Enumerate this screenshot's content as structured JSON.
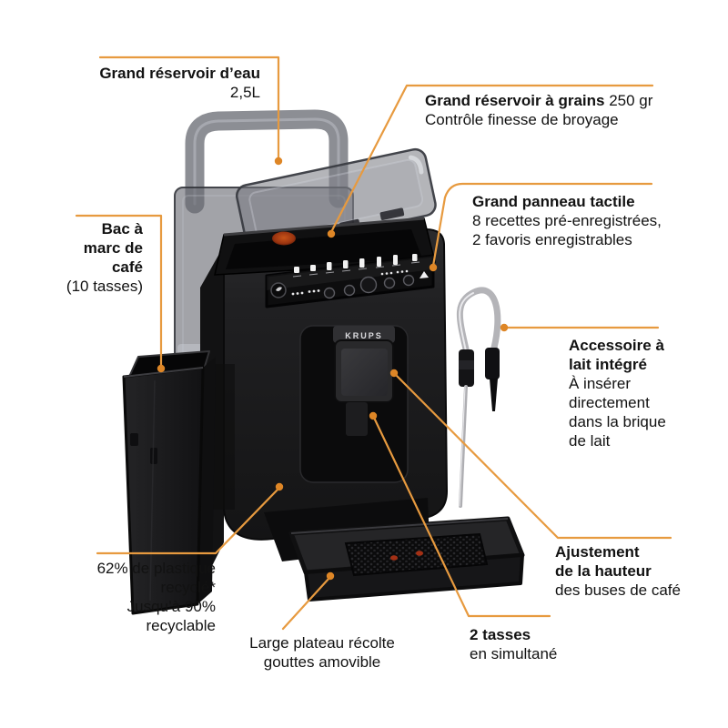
{
  "brand": {
    "logo": "KRUPS"
  },
  "colors": {
    "background": "#ffffff",
    "callout_line": "#E79A3F",
    "callout_dot": "#DE8626",
    "text": "#121212",
    "machine_body": "#1c1c1e",
    "grinder_accent": "#b4491c",
    "tray_leds": "#a33015"
  },
  "callouts": {
    "water_tank": {
      "title": "Grand réservoir d’eau",
      "value": "2,5L"
    },
    "bean_hopper": {
      "title": "Grand réservoir à grains",
      "value": "250 gr",
      "line2": "Contrôle finesse de broyage"
    },
    "touch_panel": {
      "title": "Grand panneau tactile",
      "line2": "8 recettes pré-enregistrées,",
      "line3": "2 favoris enregistrables"
    },
    "grounds_bin": {
      "title": "Bac à marc de café",
      "value": "(10 tasses)"
    },
    "milk_accessory": {
      "title": "Accessoire à lait intégré",
      "desc": "À insérer directement dans la brique de lait"
    },
    "recycled_plastic": {
      "line1": "62% de plastique recyclé*",
      "line2": "Jusqu’à 90% recyclable"
    },
    "drip_tray": {
      "title": "Large plateau récolte gouttes amovible"
    },
    "two_cups": {
      "title": "2 tasses",
      "desc": "en simultané"
    },
    "spout_height": {
      "title1": "Ajustement",
      "title2": "de la hauteur",
      "desc": "des buses de café"
    }
  }
}
